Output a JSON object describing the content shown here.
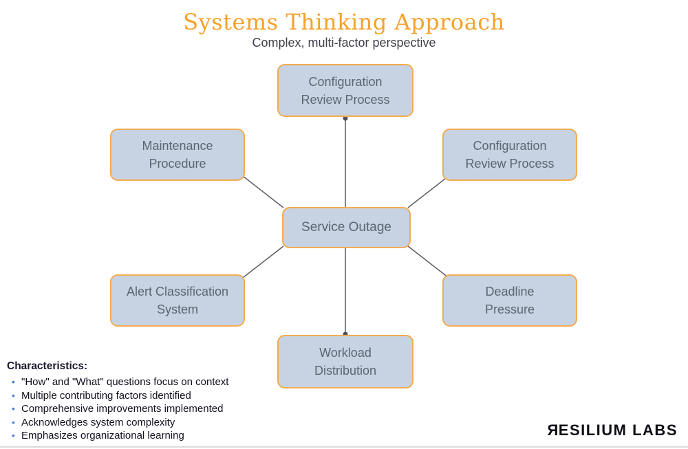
{
  "header": {
    "title": "Systems Thinking Approach",
    "subtitle": "Complex, multi-factor perspective"
  },
  "diagram": {
    "center": {
      "label": "Service Outage"
    },
    "nodes": [
      {
        "id": "top",
        "label": "Configuration\nReview Process"
      },
      {
        "id": "top-left",
        "label": "Maintenance\nProcedure"
      },
      {
        "id": "top-right",
        "label": "Configuration\nReview Process"
      },
      {
        "id": "bottom-left",
        "label": "Alert Classification\nSystem"
      },
      {
        "id": "bottom-right",
        "label": "Deadline\nPressure"
      },
      {
        "id": "bottom",
        "label": "Workload\nDistribution"
      }
    ]
  },
  "characteristics": {
    "heading": "Characteristics:",
    "items": [
      "\"How\" and \"What\" questions focus on context",
      "Multiple contributing factors identified",
      "Comprehensive improvements implemented",
      "Acknowledges system complexity",
      "Emphasizes organizational learning"
    ],
    "bullet_glyph": "•"
  },
  "footer": {
    "logo_first_letter": "R",
    "logo_rest": "ESILIUM LABS"
  },
  "colors": {
    "title_orange": "#F5A12B",
    "node_fill": "#C7D3E2",
    "node_border": "#F3AB51",
    "node_text": "#5C6571",
    "connector": "#5A5A64",
    "bullet_blue": "#4B7CD6",
    "body_text": "#10101F"
  }
}
